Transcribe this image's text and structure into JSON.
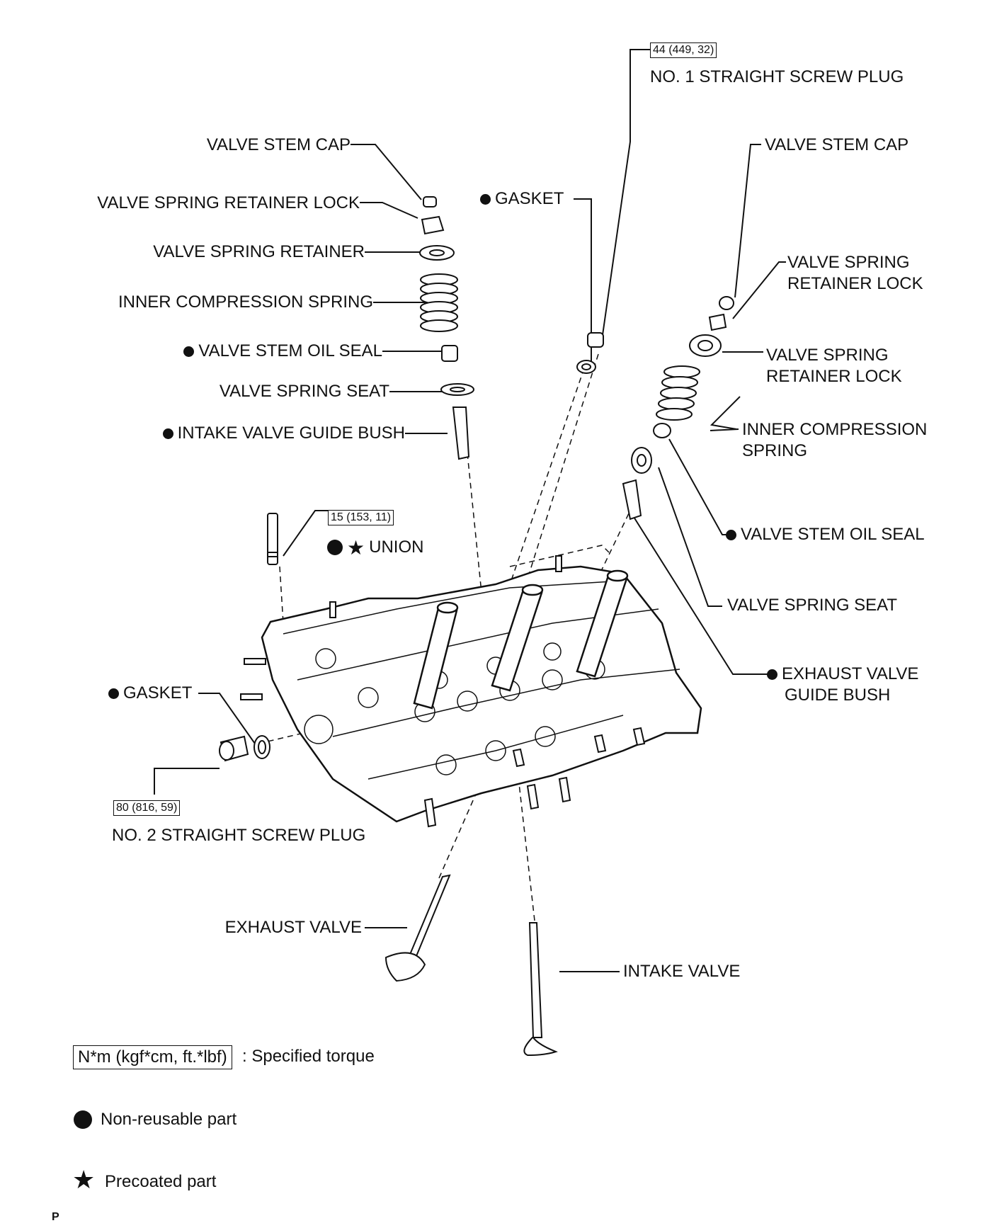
{
  "labels": {
    "torque_no1": "44 (449, 32)",
    "no1_plug": "NO. 1 STRAIGHT SCREW PLUG",
    "left_cap": "VALVE STEM CAP",
    "left_lock": "VALVE SPRING RETAINER LOCK",
    "left_retainer": "VALVE SPRING RETAINER",
    "left_spring": "INNER COMPRESSION SPRING",
    "left_seal": "VALVE STEM OIL SEAL",
    "left_seat": "VALVE SPRING SEAT",
    "intake_bush": "INTAKE VALVE GUIDE BUSH",
    "gasket_top": "GASKET",
    "right_cap": "VALVE STEM CAP",
    "right_lock_1": "VALVE SPRING",
    "right_lock_2": "RETAINER LOCK",
    "right_retainer_1": "VALVE SPRING",
    "right_retainer_2": "RETAINER LOCK",
    "right_spring_1": "INNER COMPRESSION",
    "right_spring_2": "SPRING",
    "right_seal": "VALVE STEM OIL SEAL",
    "right_seat": "VALVE SPRING SEAT",
    "exhaust_bush_1": "EXHAUST VALVE",
    "exhaust_bush_2": "GUIDE BUSH",
    "torque_union": "15 (153, 11)",
    "union": "UNION",
    "gasket_left": "GASKET",
    "torque_no2": "80 (816, 59)",
    "no2_plug": "NO. 2 STRAIGHT SCREW PLUG",
    "exhaust_valve": "EXHAUST VALVE",
    "intake_valve": "INTAKE VALVE"
  },
  "legend": {
    "torque_box": "N*m (kgf*cm, ft.*lbf)",
    "torque_text": ": Specified torque",
    "nonreusable": "Non-reusable part",
    "precoated": "Precoated part"
  },
  "code": "P"
}
